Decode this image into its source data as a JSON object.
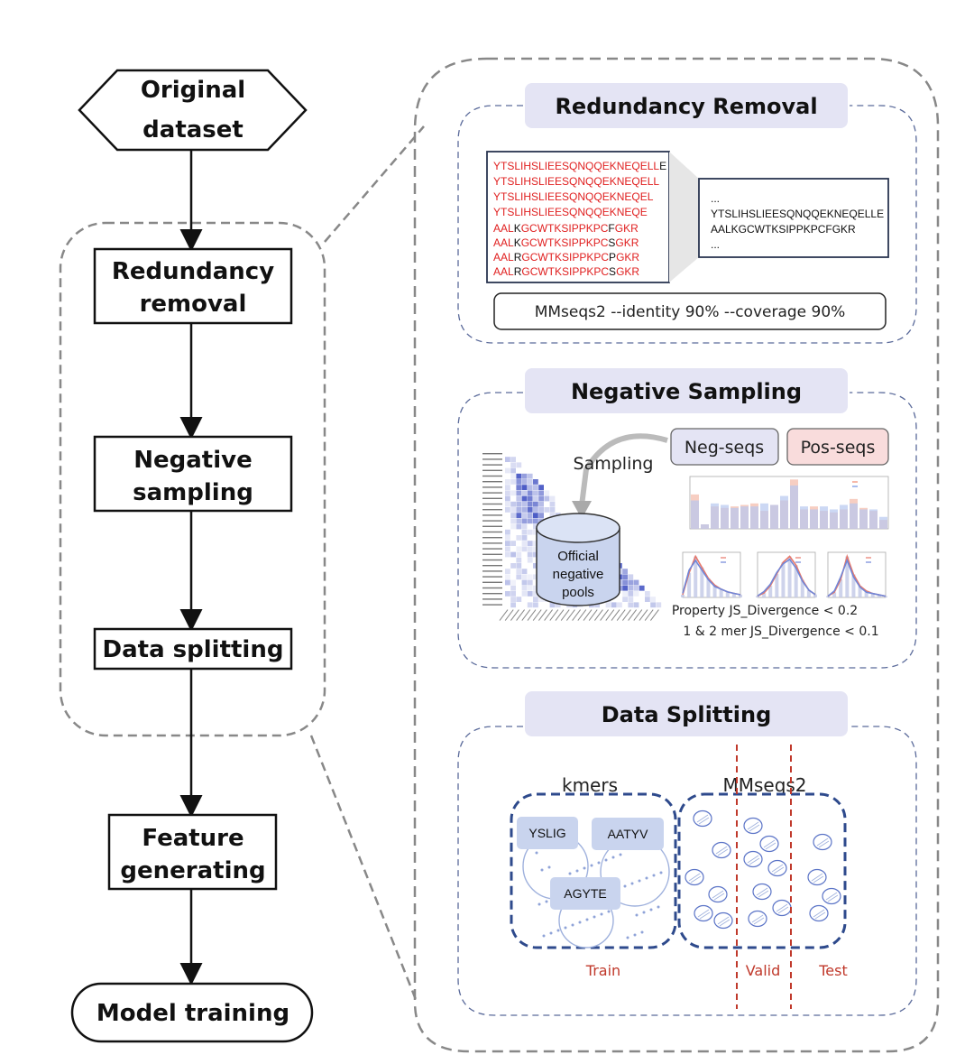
{
  "flow": {
    "original": "Original\ndataset",
    "redundancy": "Redundancy\nremoval",
    "negative": "Negative\nsampling",
    "splitting": "Data splitting",
    "feature": "Feature\ngenerating",
    "model": "Model training"
  },
  "redundancy_panel": {
    "title": "Redundancy Removal",
    "left_sequences": [
      {
        "red": "YTSLIHSLIEESQNQQEKNEQELL",
        "black": "E"
      },
      {
        "red": "YTSLIHSLIEESQNQQEKNEQELL",
        "black": ""
      },
      {
        "red": "YTSLIHSLIEESQNQQEKNEQEL",
        "black": ""
      },
      {
        "red": "YTSLIHSLIEESQNQQEKNEQE",
        "black": ""
      }
    ],
    "left_sequences_b": [
      {
        "a": "AAL",
        "b": "K",
        "c": "GCWTKSIPPKPC",
        "d": "F",
        "e": "GKR"
      },
      {
        "a": "AAL",
        "b": "K",
        "c": "GCWTKSIPPKPC",
        "d": "S",
        "e": "GKR"
      },
      {
        "a": "AAL",
        "b": "R",
        "c": "GCWTKSIPPKPC",
        "d": "P",
        "e": "GKR"
      },
      {
        "a": "AAL",
        "b": "R",
        "c": "GCWTKSIPPKPC",
        "d": "S",
        "e": "GKR"
      }
    ],
    "right_lines": [
      "...",
      "YTSLIHSLIEESQNQQEKNEQELLE",
      "AALKGCWTKSIPPKPCFGKR",
      "..."
    ],
    "command": "MMseqs2 --identity 90% --coverage 90%"
  },
  "negative_panel": {
    "title": "Negative Sampling",
    "sampling": "Sampling",
    "neg": "Neg-seqs",
    "pos": "Pos-seqs",
    "pool": "Official\nnegative\npools",
    "property": "Property JS_Divergence  <  0.2",
    "kmer": "1 & 2 mer JS_Divergence < 0.1"
  },
  "splitting_panel": {
    "title": "Data Splitting",
    "kmers": "kmers",
    "mmseqs": "MMseqs2",
    "kmer_boxes": [
      "YSLIG",
      "AATYV",
      "AGYTE"
    ],
    "train": "Train",
    "valid": "Valid",
    "test": "Test"
  },
  "colors": {
    "red": "#e02020",
    "navy": "#2e4a8c",
    "lavender": "#e4e4f4",
    "pink": "#f9dcdc",
    "lightblue": "#c9d4ee",
    "divider": "#c0392b"
  },
  "chart_data": [
    {
      "type": "bar",
      "series": [
        {
          "name": "positive",
          "values": [
            0.23,
            0.03,
            0.15,
            0.14,
            0.15,
            0.16,
            0.17,
            0.12,
            0.16,
            0.19,
            0.33,
            0.13,
            0.15,
            0.12,
            0.11,
            0.13,
            0.2,
            0.14,
            0.12,
            0.06
          ]
        },
        {
          "name": "negative",
          "values": [
            0.19,
            0.03,
            0.17,
            0.16,
            0.14,
            0.15,
            0.15,
            0.17,
            0.16,
            0.22,
            0.29,
            0.15,
            0.13,
            0.15,
            0.13,
            0.16,
            0.17,
            0.13,
            0.13,
            0.08
          ]
        }
      ]
    },
    {
      "type": "line",
      "series": [
        {
          "name": "positive",
          "values": [
            2,
            18,
            30,
            22,
            14,
            9,
            6,
            4,
            3,
            2
          ]
        },
        {
          "name": "negative",
          "values": [
            3,
            20,
            27,
            20,
            13,
            8,
            6,
            4,
            3,
            2
          ]
        }
      ]
    },
    {
      "type": "line",
      "series": [
        {
          "name": "positive",
          "values": [
            1,
            3,
            8,
            16,
            24,
            28,
            22,
            12,
            5,
            2
          ]
        },
        {
          "name": "negative",
          "values": [
            1,
            4,
            9,
            17,
            23,
            26,
            20,
            11,
            5,
            2
          ]
        }
      ]
    },
    {
      "type": "line",
      "series": [
        {
          "name": "positive",
          "values": [
            1,
            4,
            14,
            32,
            18,
            9,
            5,
            3,
            2,
            1
          ]
        },
        {
          "name": "negative",
          "values": [
            1,
            5,
            16,
            29,
            16,
            8,
            4,
            3,
            2,
            1
          ]
        }
      ]
    }
  ]
}
